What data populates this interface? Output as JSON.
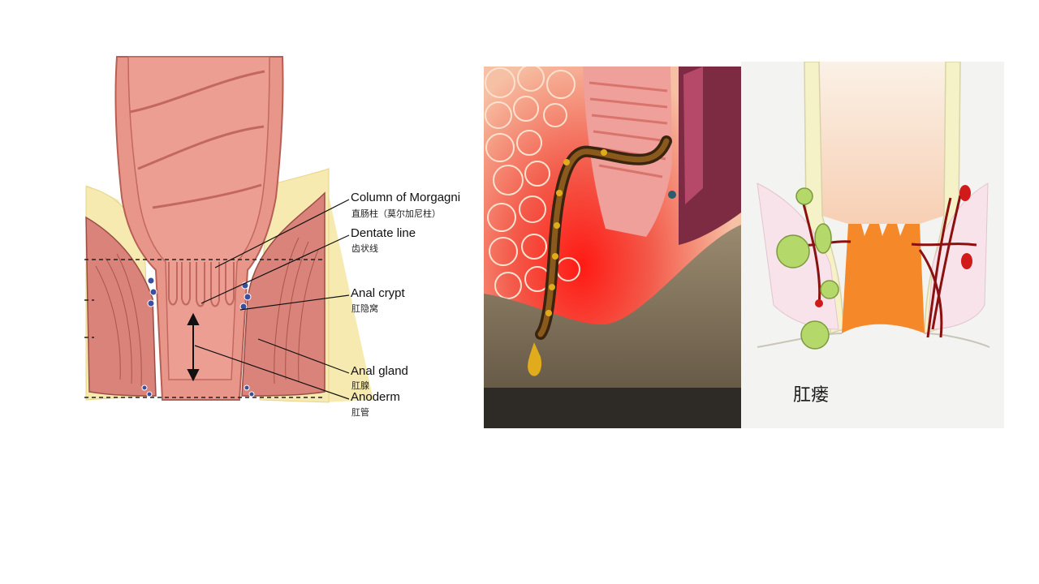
{
  "anatomy": {
    "labels": [
      {
        "en": "Column of Morgagni",
        "zh": "直肠柱（莫尔加尼柱）"
      },
      {
        "en": "Dentate line",
        "zh": "齿状线"
      },
      {
        "en": "Anal crypt",
        "zh": "肛隐窝"
      },
      {
        "en": "Anal gland",
        "zh": "肛腺"
      },
      {
        "en": "Anoderm",
        "zh": "肛管"
      }
    ]
  },
  "fistula": {
    "caption": "肛瘘"
  },
  "colors": {
    "mucosa": "#e9968a",
    "fat": "#f6eab0",
    "muscle": "#d9837a",
    "abscess": "#f0302a",
    "pus": "#d9a21b",
    "fistula_tract": "#ff8a1e",
    "vessel": "#8b1010",
    "lymph": "#b5d86a"
  }
}
